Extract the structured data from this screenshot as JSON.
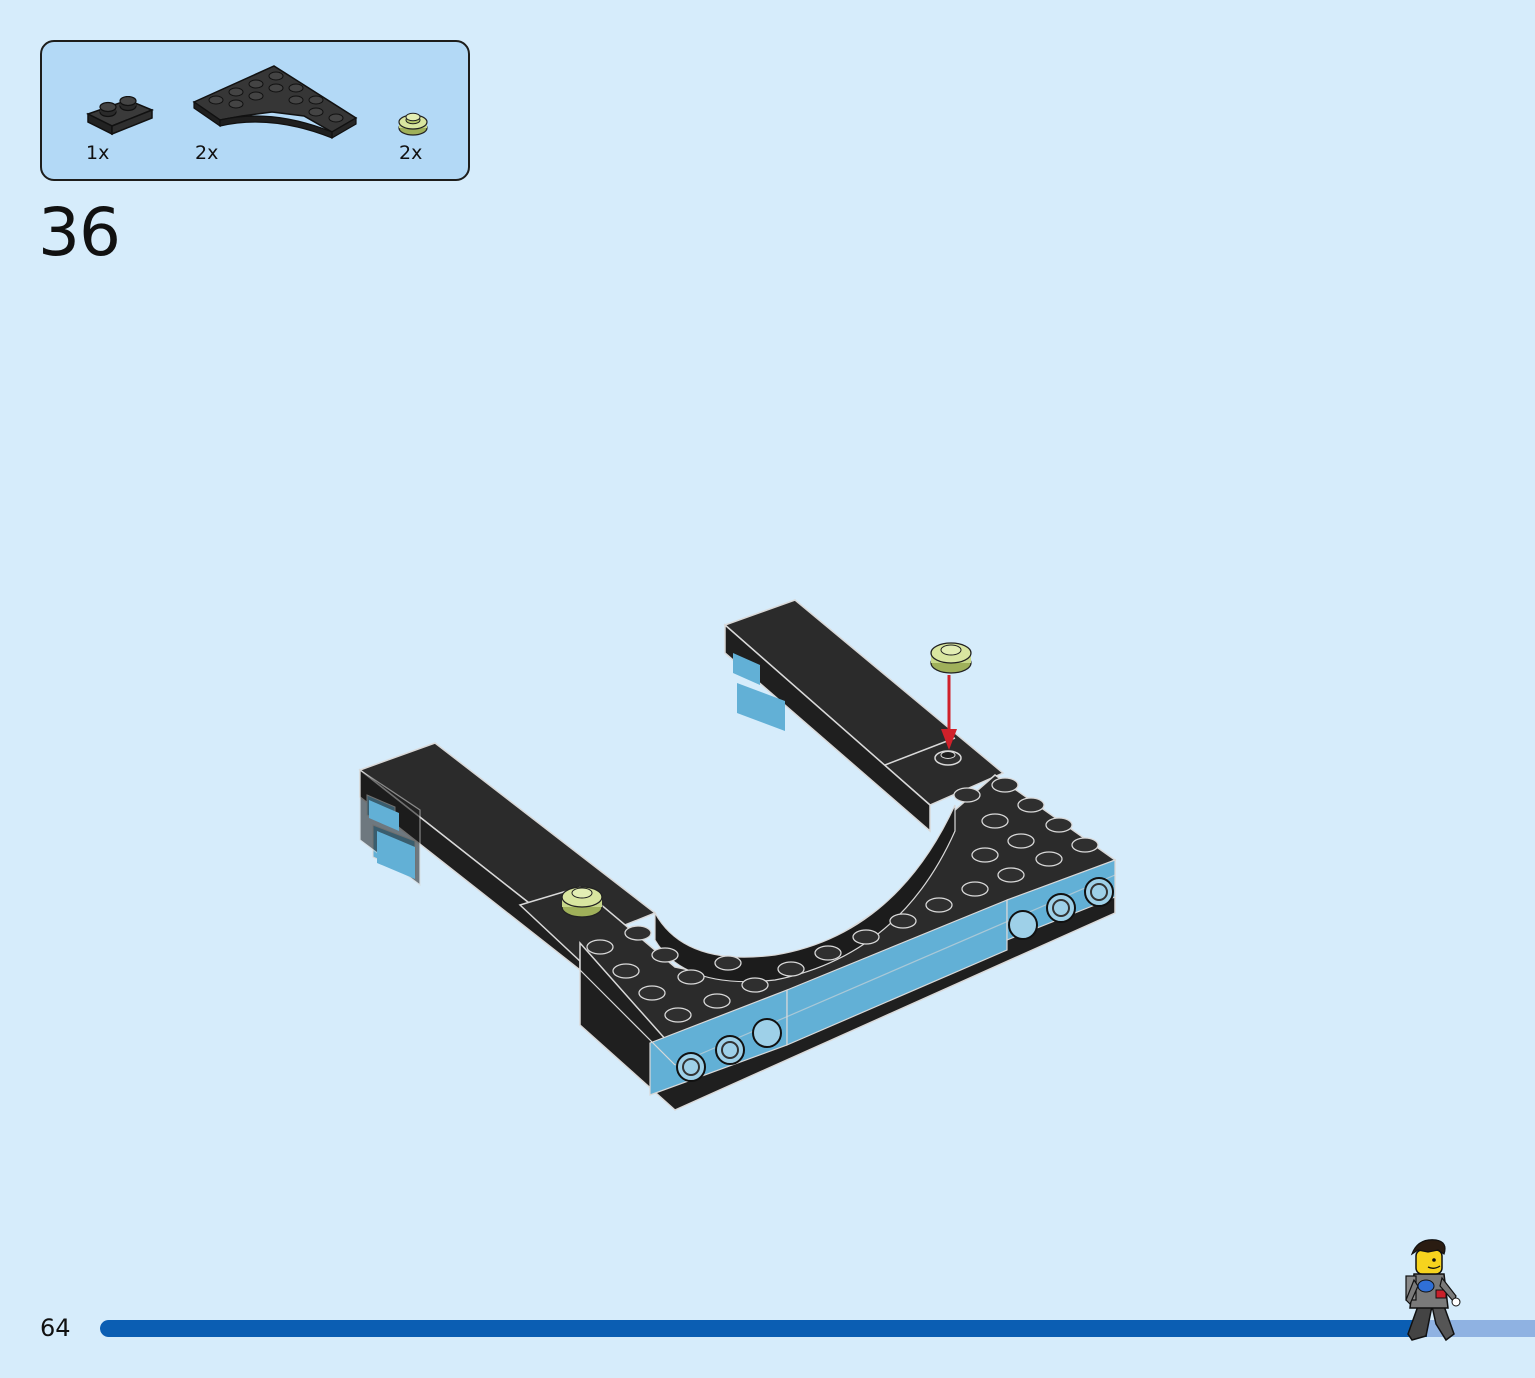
{
  "parts_list": {
    "items": [
      {
        "part": "black-plate-1x2",
        "quantity": "1x"
      },
      {
        "part": "black-wedge-plate-corner",
        "quantity": "2x"
      },
      {
        "part": "yellowish-green-round-plate-1x1",
        "quantity": "2x"
      }
    ]
  },
  "step": {
    "number": "36"
  },
  "footer": {
    "page_number": "64",
    "progress_fraction": 0.925
  },
  "colors": {
    "background": "#d6ecfb",
    "parts_box": "#b3d9f6",
    "brick_black": "#2b2b2b",
    "brick_light_blue": "#62b0d6",
    "stud_green": "#c8d889",
    "arrow_red": "#d0202a",
    "progress_fill": "#0b5eb3",
    "progress_track": "#8fb2e2"
  }
}
